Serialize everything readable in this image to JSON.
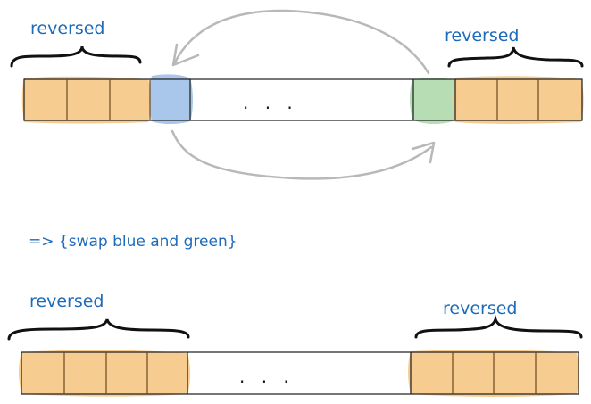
{
  "top": {
    "left_label": "reversed",
    "right_label": "reversed",
    "ellipsis": ". . ."
  },
  "caption": "=> {swap blue and green}",
  "bottom": {
    "left_label": "reversed",
    "right_label": "reversed",
    "ellipsis": ". . ."
  },
  "colors": {
    "reversed_fill": "#f7c98b",
    "blue_fill": "#a9c7ea",
    "green_fill": "#b7ddb5",
    "arrow": "#b8b8b8",
    "label": "#1e6bb8",
    "outline": "#1a1a1a"
  }
}
